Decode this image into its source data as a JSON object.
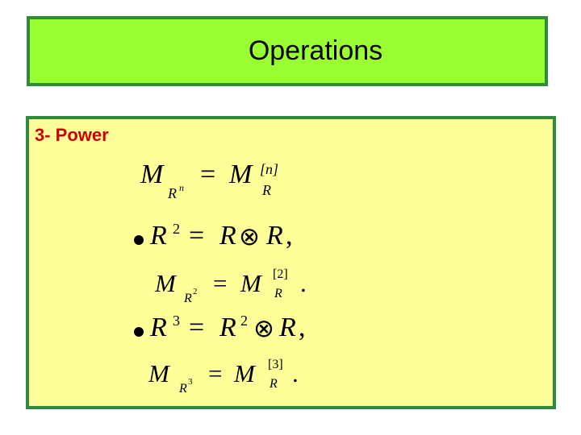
{
  "title": "Operations",
  "section_label": "3- Power",
  "formulas": {
    "f1": {
      "lhs_base": "M",
      "lhs_sub": "R",
      "lhs_subsup": "n",
      "eq": "=",
      "rhs_base": "M",
      "rhs_sup": "[n]",
      "rhs_sub": "R"
    },
    "f2": {
      "lhs": "R",
      "lhs_sup": "2",
      "eq": "=",
      "a": "R",
      "op": "⊗",
      "b": "R",
      "punct": ","
    },
    "f3": {
      "lhs_base": "M",
      "lhs_sub": "R",
      "lhs_subsup": "2",
      "eq": "=",
      "rhs_base": "M",
      "rhs_sup": "[2]",
      "rhs_sub": "R",
      "punct": "."
    },
    "f4": {
      "lhs": "R",
      "lhs_sup": "3",
      "eq": "=",
      "a": "R",
      "a_sup": "2",
      "op": "⊗",
      "b": "R",
      "punct": ","
    },
    "f5": {
      "lhs_base": "M",
      "lhs_sub": "R",
      "lhs_subsup": "3",
      "eq": "=",
      "rhs_base": "M",
      "rhs_sup": "[3]",
      "rhs_sub": "R",
      "punct": "."
    }
  },
  "colors": {
    "title_bg": "#99ff33",
    "border": "#2e8b3c",
    "content_bg": "#ffff99",
    "label": "#cc0000"
  }
}
